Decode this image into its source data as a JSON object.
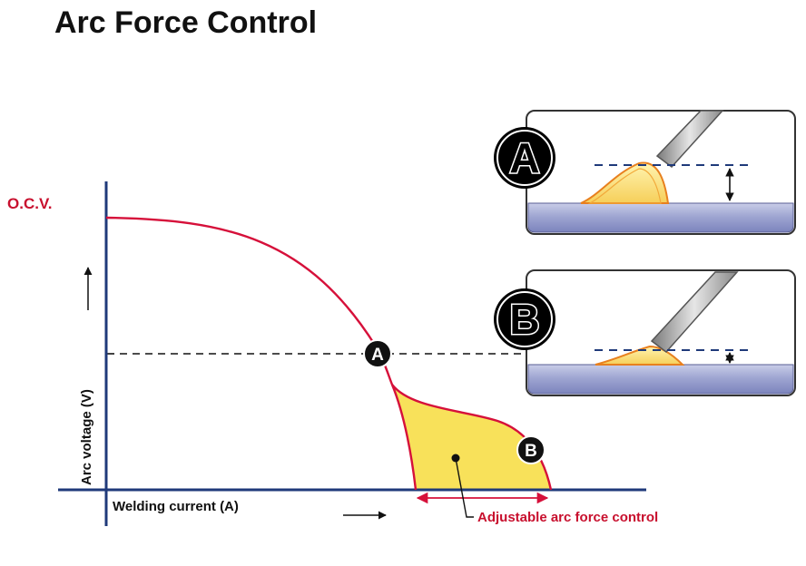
{
  "title": "Arc Force Control",
  "axes": {
    "y_label": "Arc voltage (V)",
    "x_label": "Welding current (A)",
    "ocv_label": "O.C.V."
  },
  "points": {
    "a": "A",
    "b": "B"
  },
  "annotation": {
    "adjustable_label": "Adjustable arc force control"
  },
  "insets": {
    "a_badge": "A",
    "b_badge": "B"
  },
  "colors": {
    "curve": "#d6103a",
    "axis": "#1f3a7a",
    "fill": "#f8e15a",
    "label_red": "#c8102e",
    "text_dark": "#111111"
  }
}
